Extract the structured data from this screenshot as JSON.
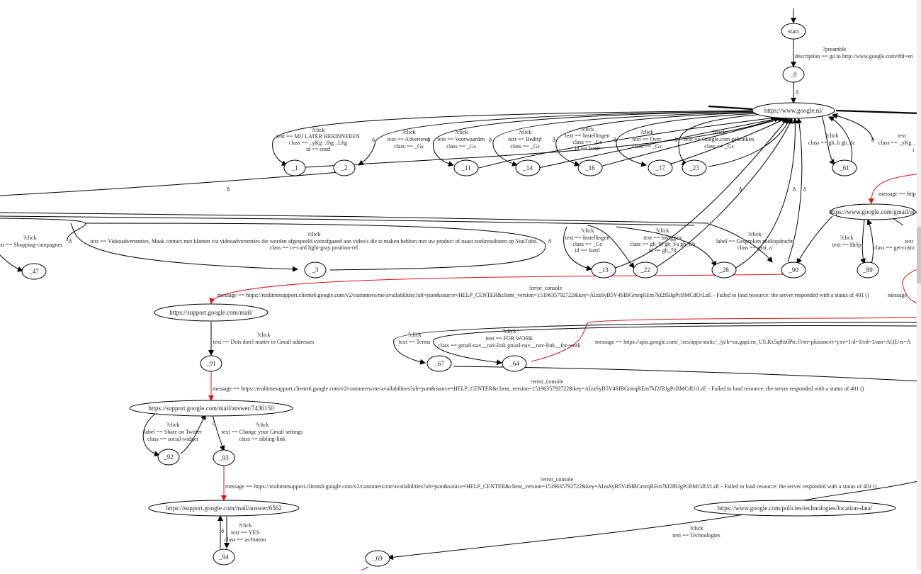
{
  "nodes": {
    "start": "start",
    "n0": "_0",
    "google": "https://www.google.nl/",
    "n1": "_1",
    "n2": "_2",
    "n11": "_11",
    "n14": "_14",
    "n16": "_16",
    "n17": "_17",
    "n23": "_23",
    "n61": "_61",
    "n47": "_47",
    "n3": "_3",
    "n13": "_13",
    "n22": "_22",
    "n28": "_28",
    "n90": "_90",
    "n89": "_89",
    "gmail_about": "https://www.google.com/gmail/abou",
    "support_mail": "https://support.google.com/mail/",
    "n91": "_91",
    "answer_7436150": "https://support.google.com/mail/answer/7436150",
    "n92": "_92",
    "n93": "_93",
    "answer_6562": "https://support.google.com/mail/answer/6562",
    "n94": "_94",
    "n67": "_67",
    "n64": "_64",
    "location": "https://www.google.com/policies/technologies/location-data/",
    "n69": "_69"
  },
  "labels": {
    "preamble": [
      "?preamble",
      "description == go to http://www.google.com/#hl=en"
    ],
    "eps": "ð",
    "e1": [
      "?click",
      "text == MIJ LATER HERINNEREN",
      "class == _yKg _Ihg _Lhg",
      "id == cnsd"
    ],
    "e11": [
      "?click",
      "text == Adverteren",
      "class == _Gs"
    ],
    "e14": [
      "?click",
      "text == Voorwaarden",
      "class == _Gs"
    ],
    "e16a": [
      "?click",
      "text == Bedrijf",
      "class == _Gs"
    ],
    "e16": [
      "?click",
      "text == Instellingen",
      "class == _Gs",
      "id == fsettl"
    ],
    "e17": [
      "?click",
      "text == Over",
      "class == _Gs"
    ],
    "e23": [
      "?click",
      "text == Google.com gebruiken",
      "class == _Gs"
    ],
    "e61": [
      "?click",
      "class == gb_b gb_dc"
    ],
    "eright": [
      "text",
      "class == _yKg _",
      "i"
    ],
    "message_http": "message == http",
    "e47": [
      "?click",
      "xt == Shopping-campagnes"
    ],
    "e3": [
      "?click",
      "text == Videoadvertenties, Maak contact met klanten via videoadvertenties die worden afgespeeld voorafgaand aan video's die te maken hebben met uw product of naast zoekresultaten op YouTube.",
      "class == ce-card light-gray position-rel"
    ],
    "e13": [
      "?click",
      "text == Instellingen",
      "class == _Gs",
      "id == fsettl"
    ],
    "e22": [
      "?click",
      "text == Inloggen",
      "class == gb_0f gb_Fa gb_Eb",
      "id == gb_70"
    ],
    "e28": [
      "?click",
      "label == Gesproken zoekopdracht",
      "class == gsst_a"
    ],
    "e90": [
      "?click",
      "text == Help"
    ],
    "e89": [
      "text",
      "class == get-custo"
    ],
    "err1": [
      "!error_console",
      "message == https://realtimesupport.clients6.google.com/v2/customers/me/availabilities?alt=json&source=HELP_CENTER&client_version=1519635792722&key=AIzaSyB5V4SIBGmrqREm7kf2fBJgPcBMCdUrLzE - Failed to load resource: the server responded with a status of 401 ()"
    ],
    "message_cut": "message",
    "e91": [
      "?click",
      "text == Dots don't matter in Gmail addresses"
    ],
    "e67": [
      "?click",
      "text == Terms"
    ],
    "e64": [
      "?click",
      "text == FOR WORK",
      "class == gmail-nav__nav-link gmail-nav__nav-link__for-work"
    ],
    "msg_apis": "message == https://apis.google.com/_/scs/apps-static/_/js/k=oz.gapi.en_US.Rx5q8ts0Ptc.O/m=plusone/rt=j/sv=1/d=1/ed=1/am=AQE/rs=A",
    "err2": [
      "!error_console",
      "message == https://realtimesupport.clients6.google.com/v2/customers/me/availabilities?alt=json&source=HELP_CENTER&client_version=1519635792722&key=AIzaSyB5V4SIBGmrqREm7kf2fBJgPcBMCdUrLzE - Failed to load resource: the server responded with a status of 401 ()"
    ],
    "e92": [
      "?click",
      "label == Share on Twitter",
      "class == social-widget"
    ],
    "e93": [
      "?click",
      "text == Change your Gmail settings",
      "class == sibling-link"
    ],
    "err3": [
      "!error_console",
      "message == https://realtimesupport.clients6.google.com/v2/customers/me/availabilities?alt=json&source=HELP_CENTER&client_version=1519635792722&key=AIzaSyB5V4SIBGmrqREm7kf2fBJgPcBMCdUrLzE - Failed to load resource: the server responded with a status of 401 ()"
    ],
    "e94": [
      "?click",
      "text == YES",
      "class == as-button"
    ],
    "e69": [
      "?click",
      "text == Technologies"
    ]
  }
}
